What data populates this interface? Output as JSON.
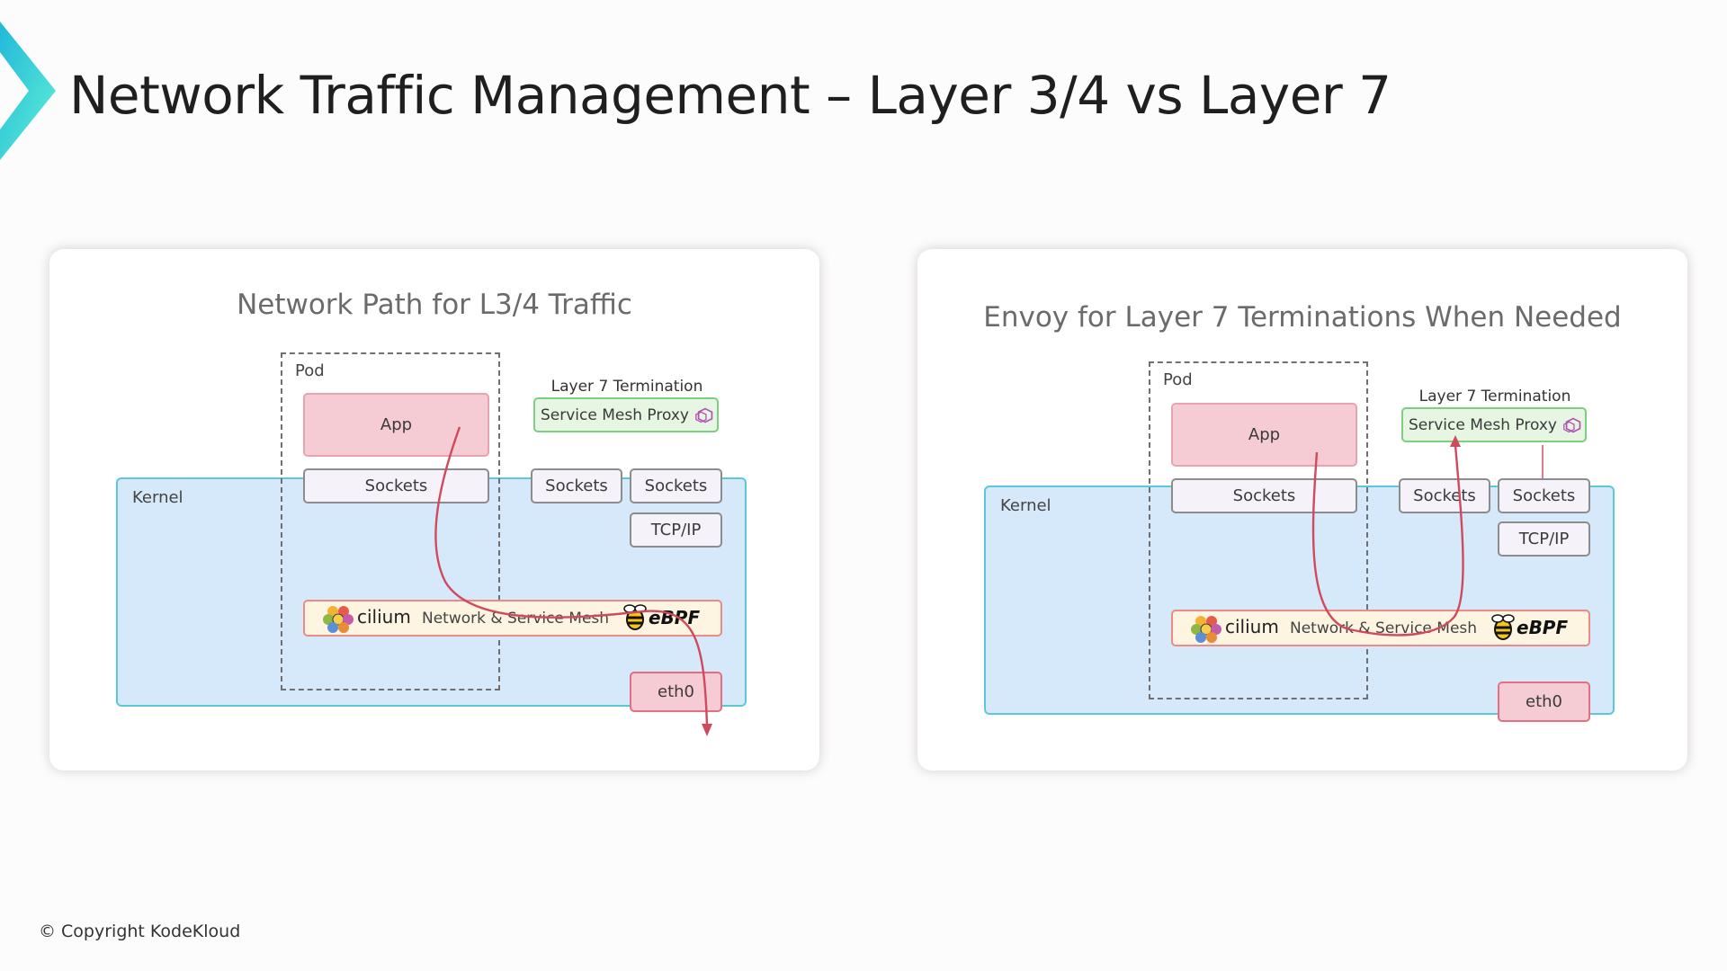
{
  "slide": {
    "title": "Network Traffic Management – Layer 3/4 vs Layer 7",
    "copyright": "© Copyright KodeKloud",
    "accent_color": "#3fd3d6"
  },
  "panels": [
    {
      "title": "Network Path for L3/4 Traffic",
      "pod_label": "Pod",
      "kernel_label": "Kernel",
      "app_label": "App",
      "sockets_label": "Sockets",
      "proxy_caption": "Layer 7 Termination",
      "proxy_label": "Service Mesh Proxy",
      "tcpip_label": "TCP/IP",
      "cilium_label": "cilium",
      "mesh_label": "Network & Service Mesh",
      "ebpf_label": "eBPF",
      "eth_label": "eth0"
    },
    {
      "title": "Envoy for Layer 7 Terminations When Needed",
      "pod_label": "Pod",
      "kernel_label": "Kernel",
      "app_label": "App",
      "sockets_label": "Sockets",
      "proxy_caption": "Layer 7 Termination",
      "proxy_label": "Service Mesh Proxy",
      "tcpip_label": "TCP/IP",
      "cilium_label": "cilium",
      "mesh_label": "Network & Service Mesh",
      "ebpf_label": "eBPF",
      "eth_label": "eth0"
    }
  ],
  "colors": {
    "kernel_fill": "#d6e9fb",
    "kernel_border": "#5cc8d6",
    "app_fill": "#f6ccd4",
    "proxy_fill": "#e6f6e3",
    "proxy_border": "#7ccf7f",
    "cilium_fill": "#fdf4e1",
    "arrow": "#cf4a5c"
  },
  "icons": [
    "chevron-accent-icon",
    "service-mesh-icon",
    "cilium-logo-icon",
    "ebpf-bee-icon",
    "arrow-head-icon"
  ]
}
